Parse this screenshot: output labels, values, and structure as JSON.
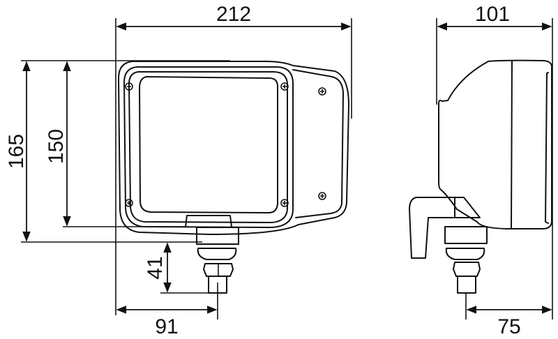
{
  "drawing": {
    "title": "Headlamp dimensional drawing",
    "views": [
      "front-view",
      "side-view"
    ],
    "units": "mm",
    "line_color": "#111111",
    "background": "#ffffff"
  },
  "dimensions": {
    "width_overall": "212",
    "height_overall": "165",
    "height_lens": "150",
    "connector_drop": "41",
    "connector_offset_front": "91",
    "depth_overall": "101",
    "connector_offset_side": "75"
  }
}
